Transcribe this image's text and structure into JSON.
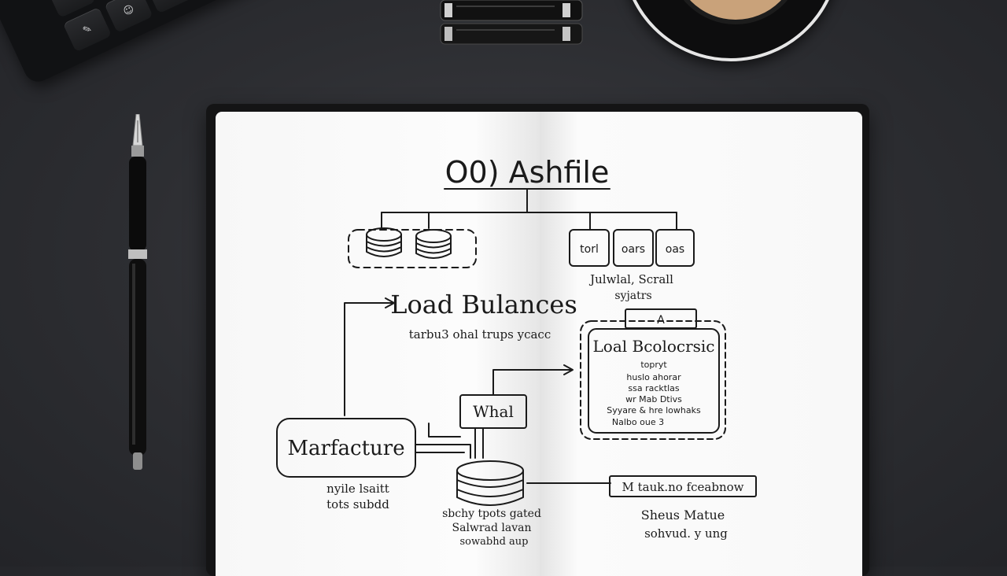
{
  "notebook": {
    "title": "O0) Ashfile",
    "load_balancer_heading": "Load Bulances",
    "load_balancer_sub": "tarbu3 ohal trups ycacc",
    "box_labels": [
      "torl",
      "oars",
      "oas"
    ],
    "box_caption_line1": "Julwlal, Scrall",
    "box_caption_line2": "syjatrs",
    "triangle_box_label": "A",
    "panel_title": "Loal Bcolocrsic",
    "panel_lines": [
      "topryt",
      "huslo ahorar",
      "ssa racktlas",
      "wr Mab  Dtivs",
      "Syyare & hre lowhaks",
      "Nalbo  oue  3"
    ],
    "center_box_label": "Whal",
    "manufacture_label": "Marfacture",
    "manufacture_caption_line1": "nyile  lsaitt",
    "manufacture_caption_line2": "tots subdd",
    "db_caption_line1": "sbchy  tpots  gated",
    "db_caption_line2": "Salwrad lavan",
    "db_caption_line3": "sowabhd aup",
    "right_box_label": "M tauk.no fceabnow",
    "right_caption_line1": "Sheus Matue",
    "right_caption_line2": "sohvud. y ung"
  },
  "keyboard_keys": [
    "↵",
    "⊗",
    "⌘",
    "✎",
    "☺",
    "⊕"
  ],
  "colors": {
    "desk": "#2c2d31",
    "paper": "#fbfbfb",
    "ink": "#1a1a1a",
    "notebook_cover": "#141415"
  }
}
